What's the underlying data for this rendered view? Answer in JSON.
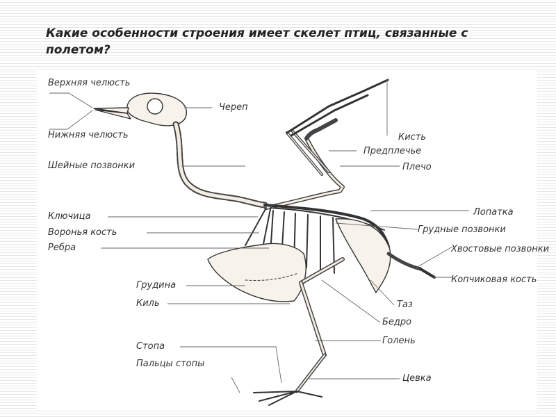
{
  "question": "Какие особенности строения имеет скелет птиц, связанные с полетом?",
  "labels": {
    "upper_jaw": "Верхняя челюсть",
    "lower_jaw": "Нижняя челюсть",
    "cervical": "Шейные позвонки",
    "clavicle": "Ключица",
    "coracoid": "Воронья кость",
    "ribs": "Ребра",
    "sternum": "Грудина",
    "keel": "Киль",
    "foot": "Стопа",
    "toes": "Пальцы стопы",
    "skull": "Череп",
    "hand": "Кисть",
    "forearm": "Предплечье",
    "humerus": "Плечо",
    "scapula": "Лопатка",
    "thoracic": "Грудные позвонки",
    "caudal": "Хвостовые позвонки",
    "pygostyle": "Копчиковая кость",
    "pelvis": "Таз",
    "femur": "Бедро",
    "tibia": "Голень",
    "tarsus": "Цевка"
  }
}
